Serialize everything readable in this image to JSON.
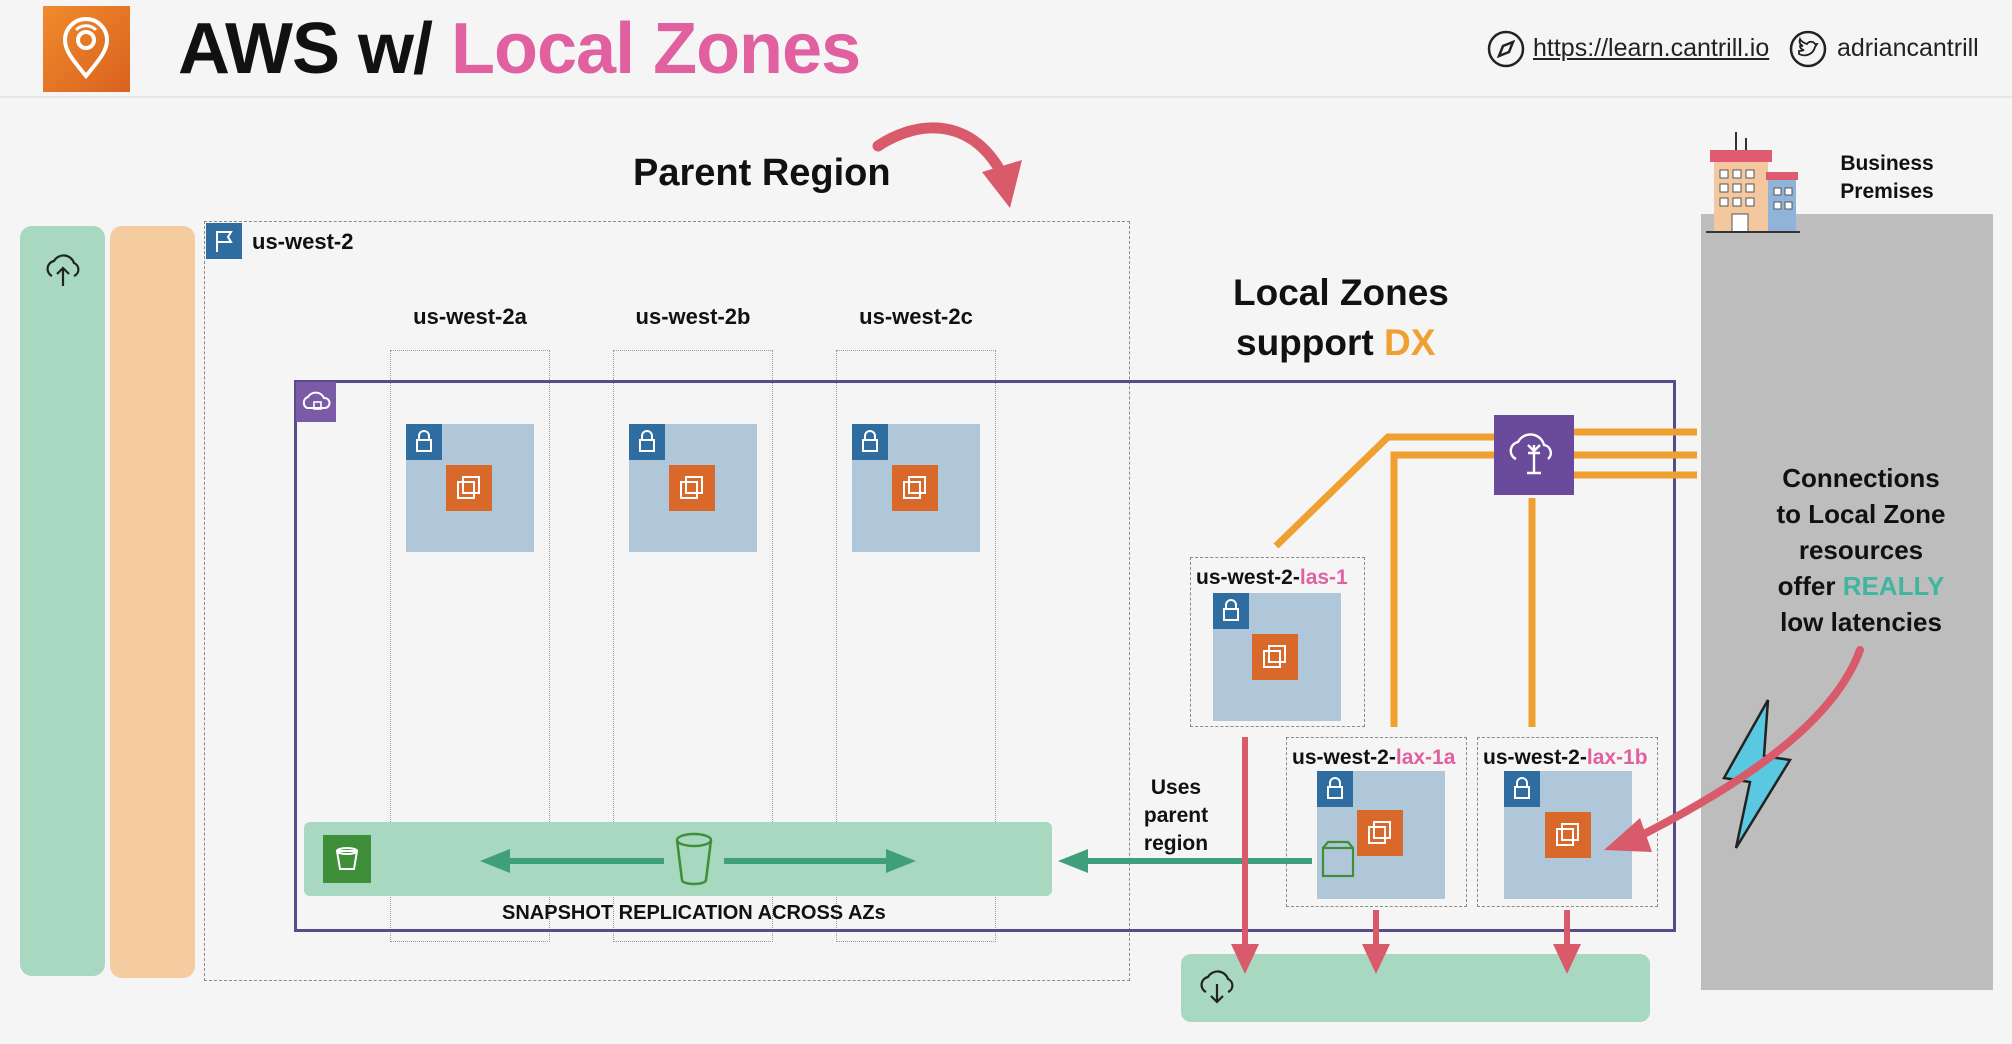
{
  "header": {
    "title_part1": "AWS w/",
    "title_part2": "Local Zones",
    "site_link": "https://learn.cantrill.io",
    "twitter_handle": "adriancantrill"
  },
  "diagram": {
    "parent_region_label": "Parent Region",
    "region_name": "us-west-2",
    "azs": [
      "us-west-2a",
      "us-west-2b",
      "us-west-2c"
    ],
    "local_zones_title_line1": "Local Zones",
    "local_zones_title_line2_prefix": "support",
    "local_zones_title_line2_highlight": "DX",
    "local_zones": [
      {
        "prefix": "us-west-2-",
        "highlight": "las-1"
      },
      {
        "prefix": "us-west-2-",
        "highlight": "lax-1a"
      },
      {
        "prefix": "us-west-2-",
        "highlight": "lax-1b"
      }
    ],
    "uses_parent_region": [
      "Uses",
      "parent",
      "region"
    ],
    "snapshot_label": "SNAPSHOT REPLICATION ACROSS AZs",
    "business_premises": [
      "Business",
      "Premises"
    ],
    "connections_text": [
      "Connections",
      "to Local Zone",
      "resources"
    ],
    "connections_offer_prefix": "offer",
    "connections_offer_highlight": "REALLY",
    "connections_last_line": "low latencies"
  },
  "colors": {
    "pink": "#e060a0",
    "teal_highlight": "#3fb6a0",
    "dx_orange": "#f0a030",
    "vpc_purple": "#5a4a8a",
    "teal_panel": "#a8d8c0",
    "peach_panel": "#f5cba0",
    "grey_panel": "#bdbdbd",
    "red_arrow": "#d95a6a",
    "green_arrow": "#3f9f7a"
  }
}
